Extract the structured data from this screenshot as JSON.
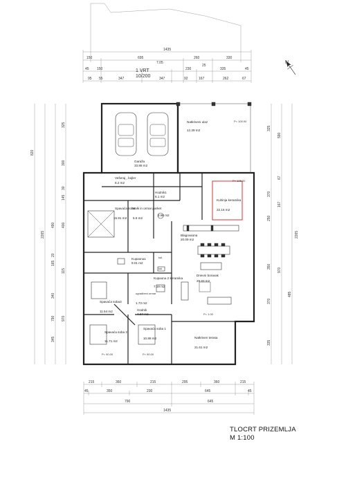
{
  "scale_header": {
    "label": "1 VRT",
    "ratio": "10/200"
  },
  "drawing_title": "TLOCRT PRIZEMLJA",
  "drawing_scale": "M 1:100",
  "rooms": [
    {
      "id": "garage",
      "name": "Garaža",
      "area": "33.88 m2"
    },
    {
      "id": "canopy",
      "name": "Natkriveni ulaz",
      "area": "12.39 m2"
    },
    {
      "id": "storage",
      "name": "Vešeraj , bojler",
      "area": "8.2 m2"
    },
    {
      "id": "hall1",
      "name": "Hodnik1",
      "area": "6.1 m2"
    },
    {
      "id": "kitchen",
      "name": "Kuhinja keramika",
      "area": "22.16 m2"
    },
    {
      "id": "bedroom",
      "name": "Spavaća soba",
      "area": "15.91 m2"
    },
    {
      "id": "walkin",
      "name": "Walk in ormar parket",
      "area": "5.6 m2"
    },
    {
      "id": "wc",
      "name": "",
      "area": "3.96 m2"
    },
    {
      "id": "dining",
      "name": "Blagovaona",
      "area": "20.09 m2"
    },
    {
      "id": "bath1",
      "name": "Kupaona1",
      "area": "9.01 m2"
    },
    {
      "id": "living",
      "name": "Dnevni boravak",
      "area": "29.83 m2"
    },
    {
      "id": "bath2",
      "name": "Kupaona 2 keramika",
      "area": "7.19 m2"
    },
    {
      "id": "bedroom3",
      "name": "Spavaća soba3",
      "area": "11.54 m2"
    },
    {
      "id": "wardrobe",
      "name": "ugradbeni ormar",
      "area": "1.73 m2"
    },
    {
      "id": "hall",
      "name": "Hodnik",
      "area": "4.67 m2"
    },
    {
      "id": "bedroom2",
      "name": "Spavaća soba 2",
      "area": "11.71 m2"
    },
    {
      "id": "bedroom1",
      "name": "Spavaća soba 1",
      "area": "10.88 m2"
    },
    {
      "id": "terrace",
      "name": "Natkriven terasa",
      "area": "21.61 m2"
    }
  ],
  "small_labels": {
    "toilet1": "toil.",
    "toilet2": "toil.",
    "door_height": "P= 1.00",
    "sill_90a": "P= 90.00",
    "sill_90b": "P= 90.00",
    "sill_100": "P= 100.00",
    "sill_105": "P= 105.00"
  },
  "dims_top": {
    "overall": "1435",
    "row1": [
      "150",
      "695",
      "260",
      "330"
    ],
    "row2": [
      "45",
      "150",
      "7.05",
      "230",
      "25",
      "335",
      "45"
    ],
    "row3": [
      "95",
      "55",
      "347",
      "347",
      "92",
      "167",
      "262",
      "67"
    ]
  },
  "dims_bottom": {
    "row1": [
      "215",
      "360",
      "215",
      "295",
      "360",
      "215"
    ],
    "row2": [
      "45",
      "350",
      "230",
      "645",
      "45"
    ],
    "row3": [
      "790",
      "645"
    ],
    "overall": "1435"
  },
  "dims_left": {
    "outer": [
      "820",
      "2265"
    ],
    "row1": [
      "325",
      "300",
      "30",
      "145",
      "400",
      "165",
      "115",
      "340",
      "790",
      "345"
    ],
    "row2": [
      "490",
      "20",
      "970"
    ]
  },
  "dims_right": {
    "outer": [
      "2265"
    ],
    "row1": [
      "325",
      "370",
      "250",
      "350",
      "370",
      "335"
    ],
    "row2": [
      "590",
      "67",
      "167",
      "970",
      "485"
    ]
  },
  "north_label": "N"
}
